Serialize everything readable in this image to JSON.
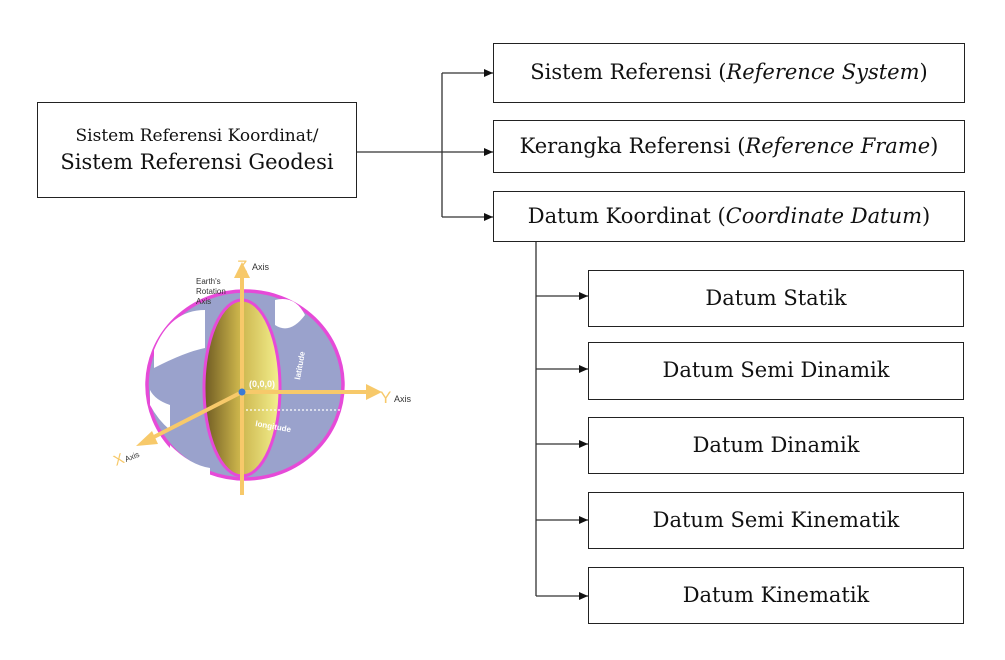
{
  "root": {
    "line1": "Sistem Referensi Koordinat/",
    "line2": "Sistem Referensi Geodesi"
  },
  "branches": [
    {
      "main": "Sistem Referensi (",
      "italic": "Reference System",
      "end": ")"
    },
    {
      "main": "Kerangka Referensi (",
      "italic": "Reference Frame",
      "end": ")"
    },
    {
      "main": "Datum Koordinat (",
      "italic": "Coordinate Datum",
      "end": ")"
    }
  ],
  "datums": [
    "Datum Statik",
    "Datum Semi Dinamik",
    "Datum Dinamik",
    "Datum Semi Kinematik",
    "Datum Kinematik"
  ],
  "globe": {
    "z_axis": "Z",
    "y_axis": "Y",
    "x_axis": "X",
    "axis_word": "Axis",
    "rotation_label": [
      "Earth's",
      "Rotation",
      "Axis"
    ],
    "origin_label": "(0,0,0)",
    "longitude_label": "longitude",
    "latitude_label": "latitude",
    "colors": {
      "axis": "#f7c96a",
      "rim": "#e64ad8",
      "land": "#9aa2cc",
      "ellipse_light": "#f2ec86",
      "ellipse_dark": "#7d6a2a"
    }
  }
}
